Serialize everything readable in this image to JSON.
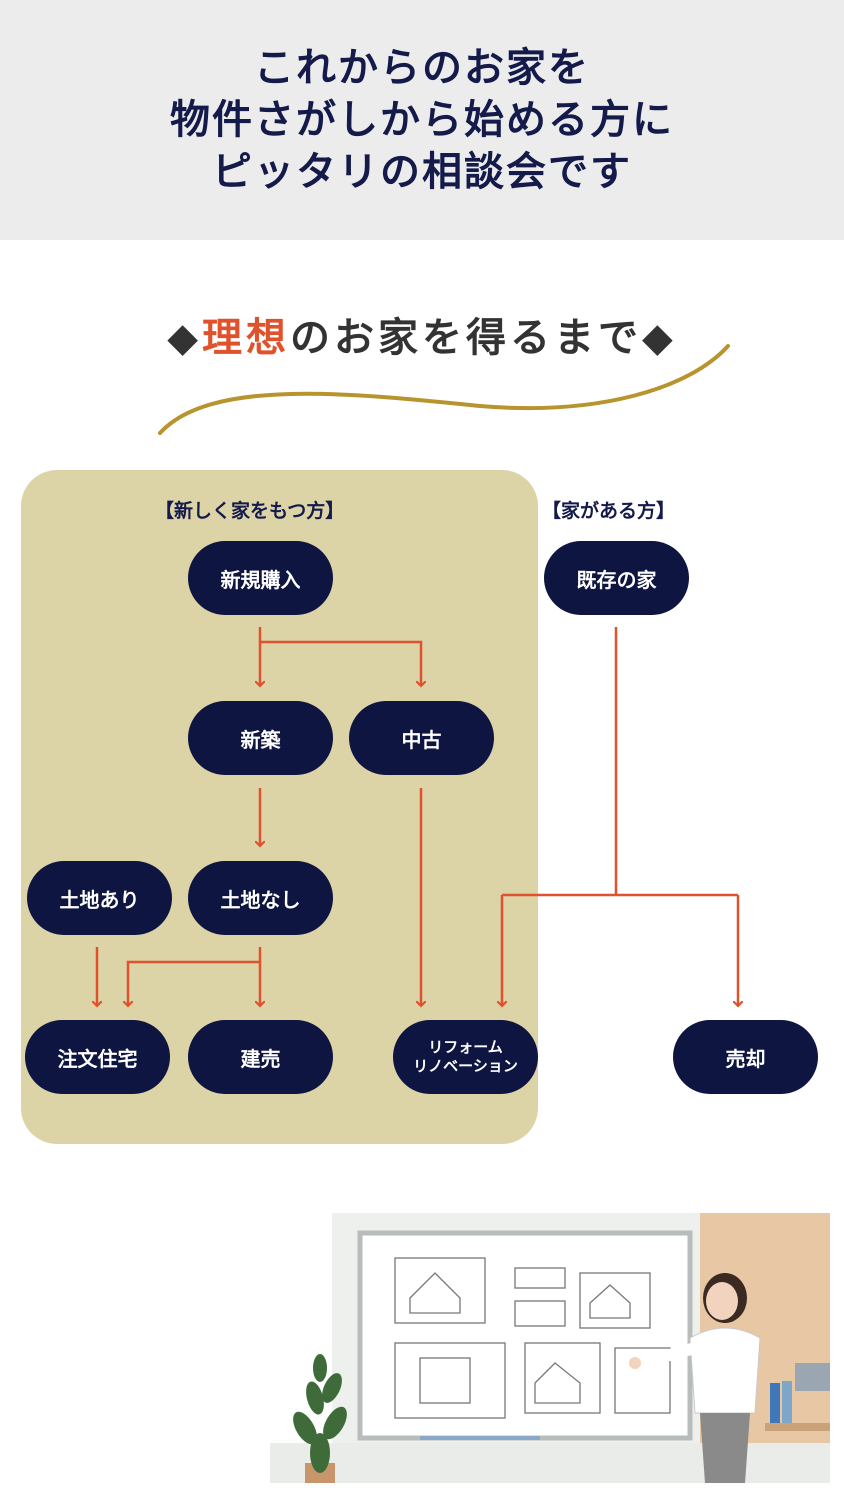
{
  "header": {
    "lines": [
      "これからのお家を",
      "物件さがしから始める方に",
      "ピッタリの相談会です"
    ]
  },
  "section": {
    "diamond_left": "◆",
    "accent": "理想",
    "rest": "のお家を得るまで",
    "diamond_right": "◆"
  },
  "groups": {
    "new_owner": "【新しく家をもつ方】",
    "existing_owner": "【家がある方】"
  },
  "nodes": {
    "new_purchase": "新規購入",
    "new_build": "新築",
    "used": "中古",
    "with_land": "土地あり",
    "without_land": "土地なし",
    "custom_home": "注文住宅",
    "ready_built": "建売",
    "reform_line1": "リフォーム",
    "reform_line2": "リノベーション",
    "existing_home": "既存の家",
    "sale": "売却"
  },
  "colors": {
    "navy": "#0e1540",
    "accent": "#e0522c",
    "panel": "#dcd3a7",
    "gold": "#b8942e"
  }
}
